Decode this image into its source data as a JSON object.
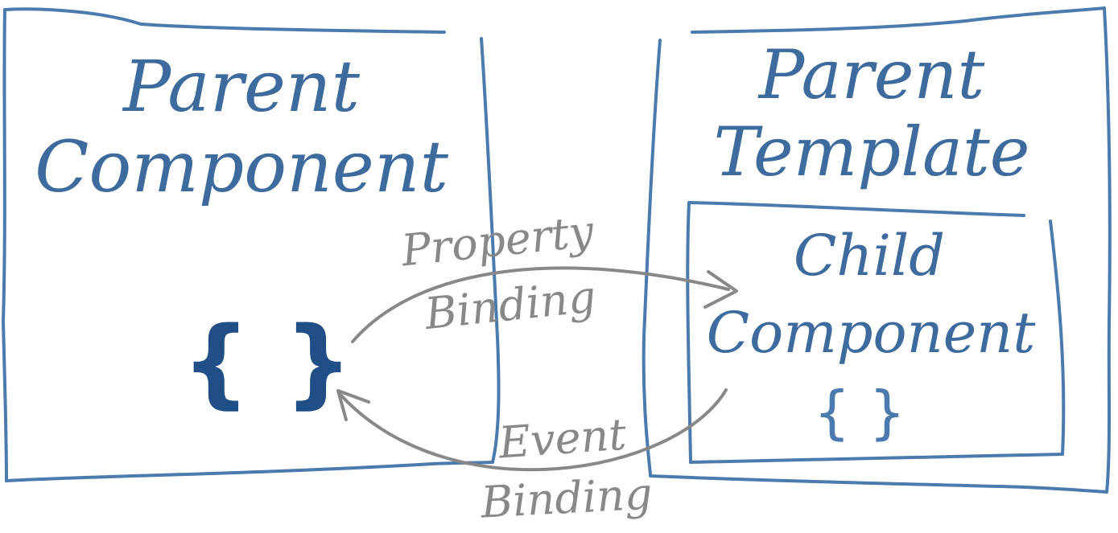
{
  "parent_component": {
    "line1": "Parent",
    "line2": "Component",
    "braces": "{ }"
  },
  "parent_template": {
    "line1": "Parent",
    "line2": "Template"
  },
  "child_component": {
    "line1": "Child",
    "line2": "Component",
    "braces": "{ }"
  },
  "property_binding": {
    "line1": "Property",
    "line2": "Binding"
  },
  "event_binding": {
    "line1": "Event",
    "line2": "Binding"
  },
  "colors": {
    "box_stroke": "#4a7aae",
    "label_text": "#3d6b9d",
    "arrow": "#888888",
    "brace_dark": "#1f4f86"
  }
}
